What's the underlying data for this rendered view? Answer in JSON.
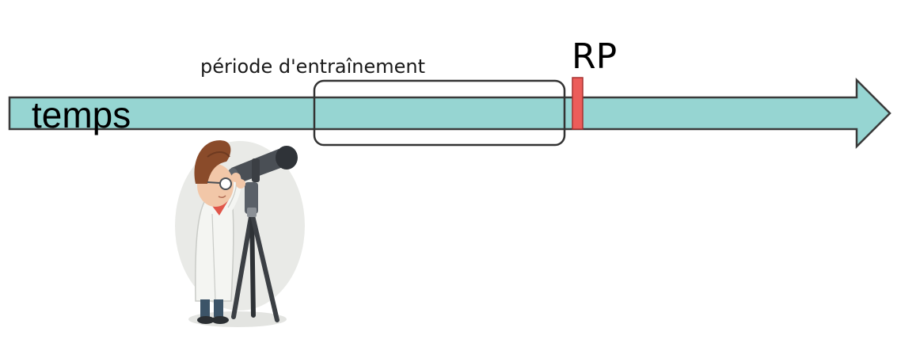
{
  "diagram": {
    "arrow_label": "temps",
    "window_label": "période d'entraînement",
    "marker_label": "RP",
    "colors": {
      "arrow_fill": "#96d5d2",
      "arrow_stroke": "#3a3a3a",
      "window_stroke": "#333333",
      "marker_fill": "#ec5d5a",
      "marker_stroke": "#a73230"
    },
    "illustration": "scientist-with-telescope"
  }
}
